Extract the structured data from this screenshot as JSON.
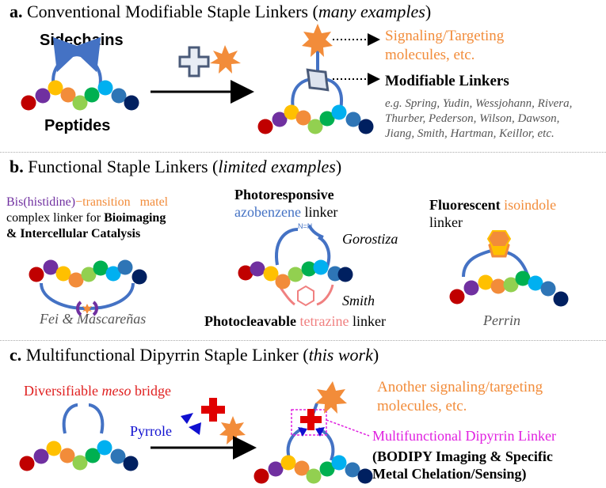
{
  "section_a": {
    "letter": "a.",
    "title": "Conventional Modifiable Staple Linkers (",
    "title_italic": "many examples",
    "title_end": ")",
    "sidechains": "Sidechains",
    "peptides": "Peptides",
    "signaling_line1": "Signaling/Targeting",
    "signaling_line2": "molecules, etc.",
    "modifiable": "Modifiable Linkers",
    "examples_line1": "e.g. Spring, Yudin, Wessjohann, Rivera,",
    "examples_line2": "Thurber, Pederson, Wilson, Dawson,",
    "examples_line3": "Jiang, Smith, Hartman, Keillor, etc."
  },
  "section_b": {
    "letter": "b.",
    "title": "Functional Staple Linkers (",
    "title_italic": "limited examples",
    "title_end": ")",
    "bis_part1": "Bis(histidine)",
    "bis_dash": "−",
    "bis_part2": "transition",
    "bis_part3": "matel",
    "complex_text": "complex linker for ",
    "bioimaging": "Bioimaging",
    "intercellular": "& Intercellular Catalysis",
    "fei": "Fei & Mascareñas",
    "photoresponsive": "Photoresponsive",
    "azobenzene": "azobenzene",
    "linker_word": " linker",
    "gorostiza": "Gorostiza",
    "smith": "Smith",
    "photocleavable": "Photocleavable",
    "tetrazine": "tetrazine",
    "linker_word2": " linker",
    "fluorescent": "Fluorescent",
    "isoindole": "isoindole",
    "linker_word3": "linker",
    "perrin": "Perrin",
    "azo_label": "N=N"
  },
  "section_c": {
    "letter": "c.",
    "title": "Multifunctional Dipyrrin Staple Linker (",
    "title_italic": "this work",
    "title_end": ")",
    "diversifiable": "Diversifiable ",
    "meso": "meso",
    "bridge": " bridge",
    "pyrrole": "Pyrrole",
    "another_line1": "Another signaling/targeting",
    "another_line2": "molecules, etc.",
    "dipyrrin": "Multifunctional Dipyrrin Linker",
    "bodipy_line1": "(BODIPY Imaging & Specific",
    "bodipy_line2": "Metal Chelation/Sensing)"
  },
  "colors": {
    "bead_sequence": [
      "#C00000",
      "#7030A0",
      "#FFC000",
      "#F28C3A",
      "#92D050",
      "#00B050",
      "#00B0F0",
      "#2E75B6",
      "#002060"
    ],
    "linker": "#4472C4",
    "star": "#F28C3A",
    "red_cross": "#E00000",
    "magenta": "#E020E0"
  }
}
